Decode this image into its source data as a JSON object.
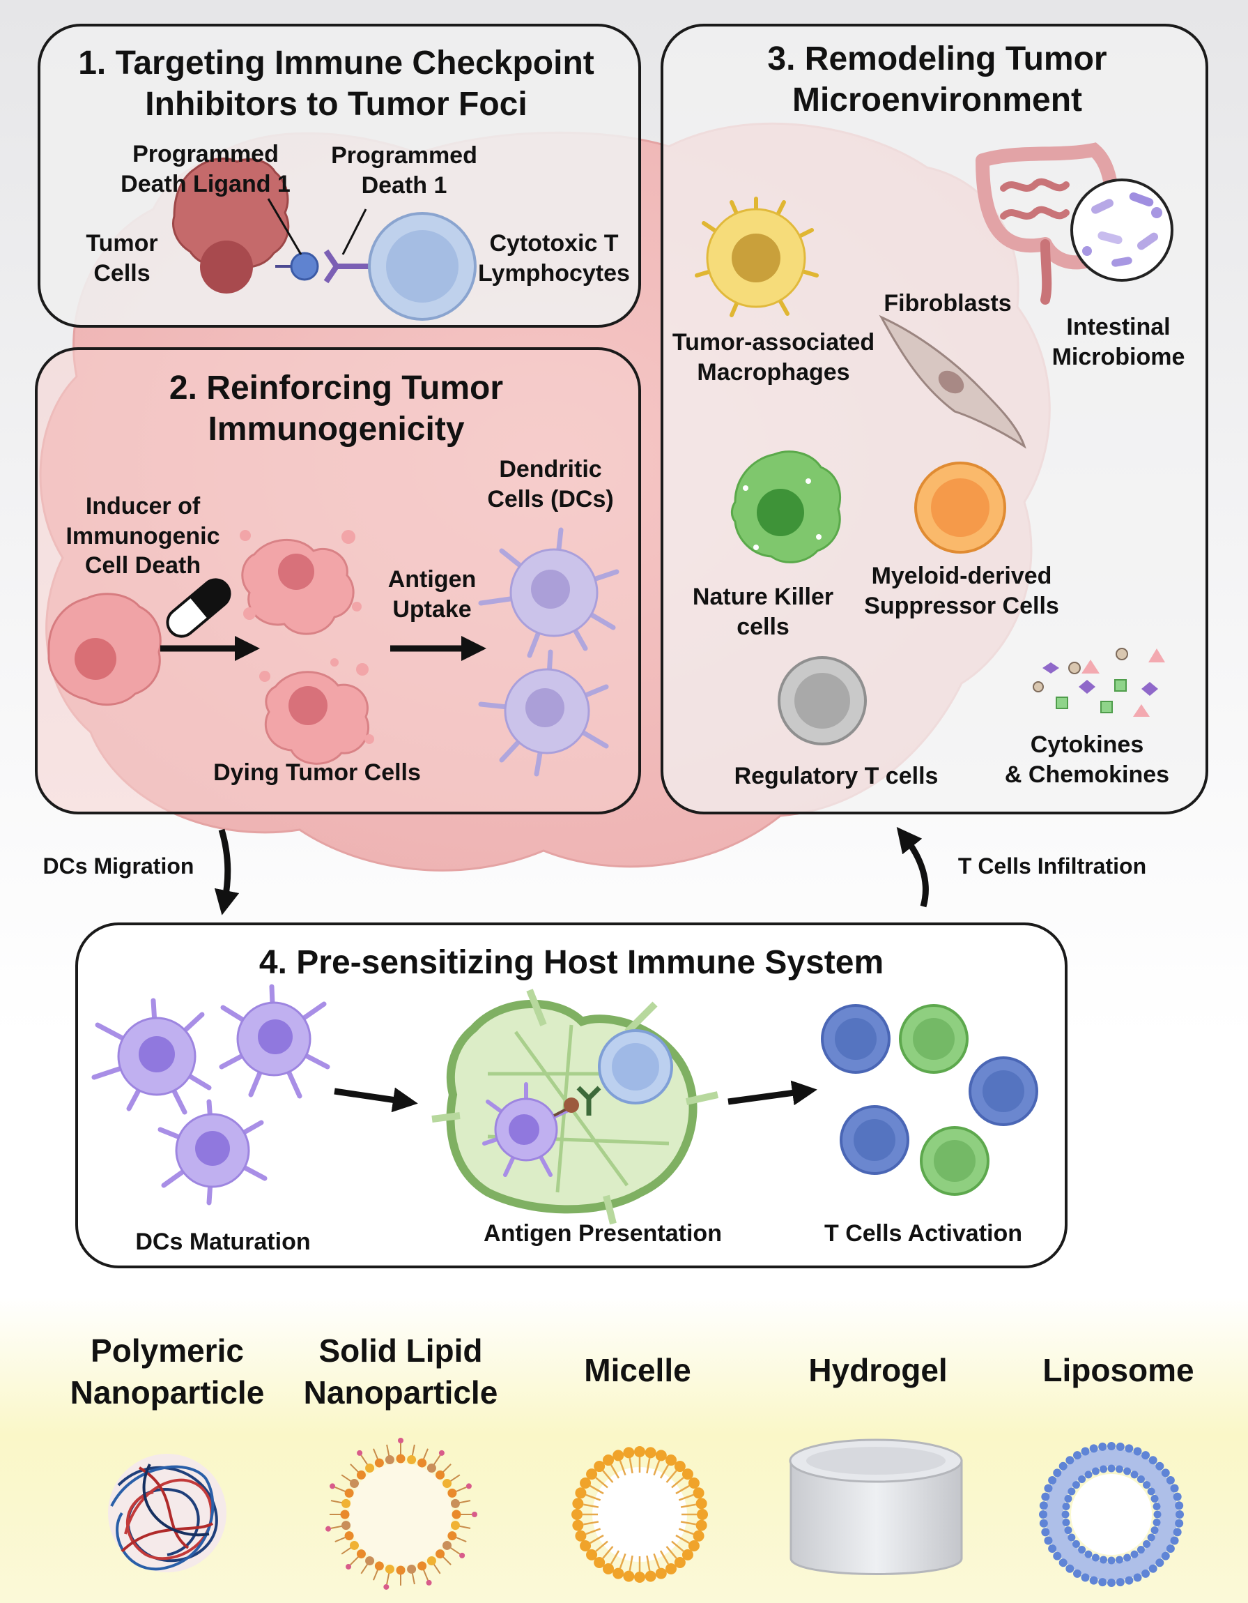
{
  "colors": {
    "tumor_background": "#f2bcbc",
    "tumor_cell": "#c25e60",
    "t_cell": "#b9cce8",
    "dendritic_cell": "#c8bfe8",
    "macrophage": "#f5d770",
    "nk_cell": "#7dc768",
    "mdsc": "#f7b36b",
    "treg": "#c7c7c7",
    "lymph_node": "#d9ecc1",
    "bottom_band": "#faf7c8",
    "liposome": "#6d8fdc",
    "micelle": "#f0a32a"
  },
  "panel1": {
    "title_line1": "1. Targeting Immune Checkpoint",
    "title_line2": "Inhibitors to Tumor Foci",
    "pdl1_line1": "Programmed",
    "pdl1_line2": "Death Ligand 1",
    "pd1_line1": "Programmed",
    "pd1_line2": "Death 1",
    "tumor_line1": "Tumor",
    "tumor_line2": "Cells",
    "ctl_line1": "Cytotoxic T",
    "ctl_line2": "Lymphocytes"
  },
  "panel2": {
    "title_line1": "2. Reinforcing Tumor",
    "title_line2": "Immunogenicity",
    "inducer_line1": "Inducer of",
    "inducer_line2": "Immunogenic",
    "inducer_line3": "Cell Death",
    "antigen_line1": "Antigen",
    "antigen_line2": "Uptake",
    "dc_line1": "Dendritic",
    "dc_line2": "Cells (DCs)",
    "dying": "Dying Tumor Cells"
  },
  "panel3": {
    "title_line1": "3. Remodeling Tumor",
    "title_line2": "Microenvironment",
    "tam_line1": "Tumor-associated",
    "tam_line2": "Macrophages",
    "fibroblasts": "Fibroblasts",
    "microbiome_line1": "Intestinal",
    "microbiome_line2": "Microbiome",
    "nk_line1": "Nature Killer",
    "nk_line2": "cells",
    "mdsc_line1": "Myeloid-derived",
    "mdsc_line2": "Suppressor Cells",
    "treg": "Regulatory T cells",
    "cytokines_line1": "Cytokines",
    "cytokines_line2": "& Chemokines"
  },
  "arrows": {
    "dcs_migration": "DCs Migration",
    "t_infiltration": "T Cells Infiltration"
  },
  "panel4": {
    "title": "4. Pre-sensitizing Host Immune System",
    "dc_maturation": "DCs Maturation",
    "antigen_presentation": "Antigen Presentation",
    "t_activation": "T Cells Activation"
  },
  "nanoparticles": {
    "polymeric_line1": "Polymeric",
    "polymeric_line2": "Nanoparticle",
    "sln_line1": "Solid Lipid",
    "sln_line2": "Nanoparticle",
    "micelle": "Micelle",
    "hydrogel": "Hydrogel",
    "liposome": "Liposome"
  }
}
